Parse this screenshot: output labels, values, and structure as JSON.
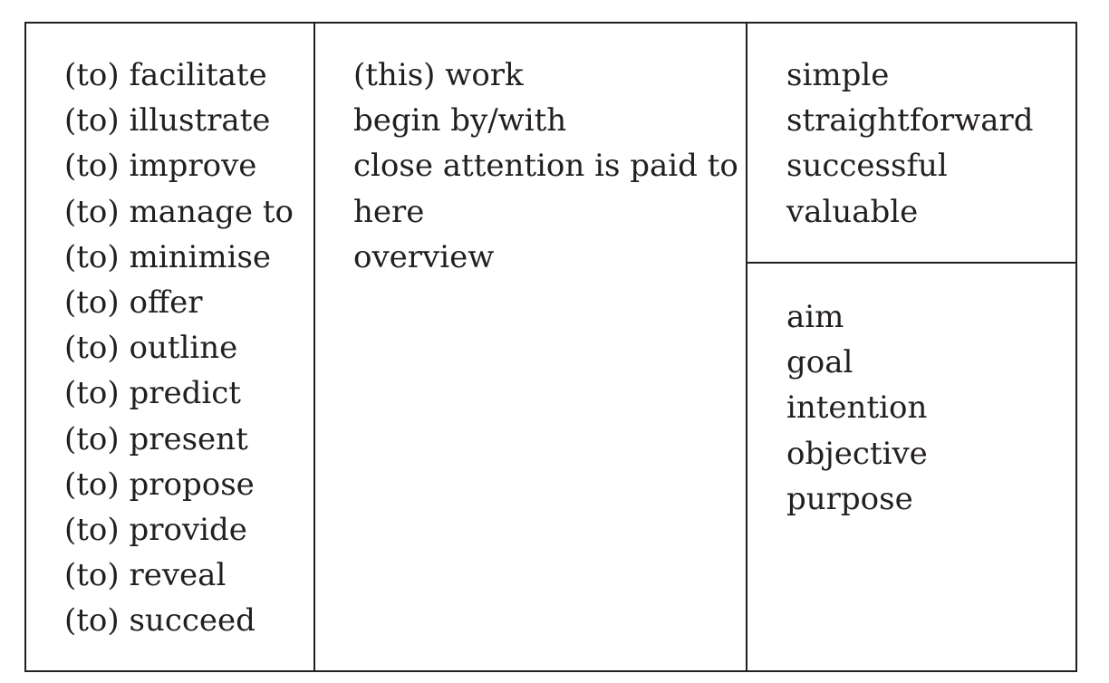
{
  "columns": {
    "verbs": [
      "(to) facilitate",
      "(to) illustrate",
      "(to) improve",
      "(to) manage to",
      "(to) minimise",
      "(to) offer",
      "(to) outline",
      "(to) predict",
      "(to) present",
      "(to) propose",
      "(to) provide",
      "(to) reveal",
      "(to) succeed"
    ],
    "phrases": [
      "(this) work",
      "begin by/with",
      "close attention is paid to",
      "here",
      "overview"
    ],
    "adjectives": [
      "simple",
      "straightforward",
      "successful",
      "valuable"
    ],
    "nouns": [
      "aim",
      "goal",
      "intention",
      "objective",
      "purpose"
    ]
  }
}
